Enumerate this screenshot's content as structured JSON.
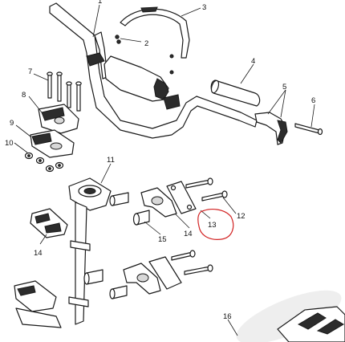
{
  "diagram": {
    "callouts": [
      {
        "id": "callout-1",
        "label": "1"
      },
      {
        "id": "callout-2",
        "label": "2"
      },
      {
        "id": "callout-3",
        "label": "3"
      },
      {
        "id": "callout-4",
        "label": "4"
      },
      {
        "id": "callout-5",
        "label": "5"
      },
      {
        "id": "callout-6",
        "label": "6"
      },
      {
        "id": "callout-7",
        "label": "7"
      },
      {
        "id": "callout-8",
        "label": "8"
      },
      {
        "id": "callout-9",
        "label": "9"
      },
      {
        "id": "callout-10",
        "label": "10"
      },
      {
        "id": "callout-11",
        "label": "11"
      },
      {
        "id": "callout-12",
        "label": "12"
      },
      {
        "id": "callout-13",
        "label": "13"
      },
      {
        "id": "callout-14a",
        "label": "14"
      },
      {
        "id": "callout-14b",
        "label": "14"
      },
      {
        "id": "callout-15",
        "label": "15"
      },
      {
        "id": "callout-16",
        "label": "16"
      }
    ],
    "highlight_color": "#d22323",
    "highlighted_callout": "13"
  }
}
